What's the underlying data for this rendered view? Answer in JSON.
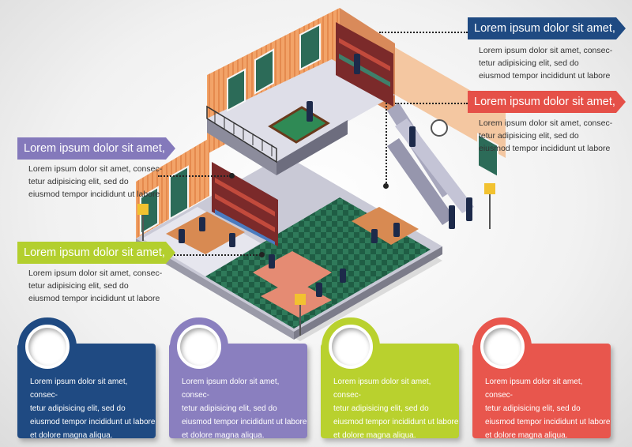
{
  "colors": {
    "blue": "#1f4a82",
    "red": "#e55048",
    "purple": "#8479bb",
    "lime": "#b3cf2e",
    "purple_card": "#8a7fbf",
    "lime_card": "#b9d12e",
    "red_card": "#e8564d"
  },
  "callouts": [
    {
      "title": "Lorem ipsum dolor sit amet,",
      "lines": [
        "Lorem ipsum dolor sit amet, consec-",
        "tetur adipisicing elit, sed do",
        "eiusmod tempor incididunt ut labore"
      ]
    },
    {
      "title": "Lorem ipsum dolor sit amet,",
      "lines": [
        "Lorem ipsum dolor sit amet, consec-",
        "tetur adipisicing elit, sed do",
        "eiusmod tempor incididunt ut labore"
      ]
    },
    {
      "title": "Lorem ipsum dolor sit amet,",
      "lines": [
        "Lorem ipsum dolor sit amet, consec-",
        "tetur adipisicing elit, sed do",
        "eiusmod tempor incididunt ut labore"
      ]
    },
    {
      "title": "Lorem ipsum dolor sit amet,",
      "lines": [
        "Lorem ipsum dolor sit amet, consec-",
        "tetur adipisicing elit, sed do",
        "eiusmod tempor incididunt ut labore"
      ]
    }
  ],
  "cards": [
    {
      "lines": [
        "Lorem ipsum dolor sit amet, consec-",
        "tetur adipisicing elit, sed do",
        "eiusmod tempor incididunt ut labore",
        "et dolore magna aliqua."
      ]
    },
    {
      "lines": [
        "Lorem ipsum dolor sit amet, consec-",
        "tetur adipisicing elit, sed do",
        "eiusmod tempor incididunt ut labore",
        "et dolore magna aliqua."
      ]
    },
    {
      "lines": [
        "Lorem ipsum dolor sit amet, consec-",
        "tetur adipisicing elit, sed do",
        "eiusmod tempor incididunt ut labore",
        "et dolore magna aliqua."
      ]
    },
    {
      "lines": [
        "Lorem ipsum dolor sit amet, consec-",
        "tetur adipisicing elit, sed do",
        "eiusmod tempor incididunt ut labore",
        "et dolore magna aliqua."
      ]
    }
  ]
}
